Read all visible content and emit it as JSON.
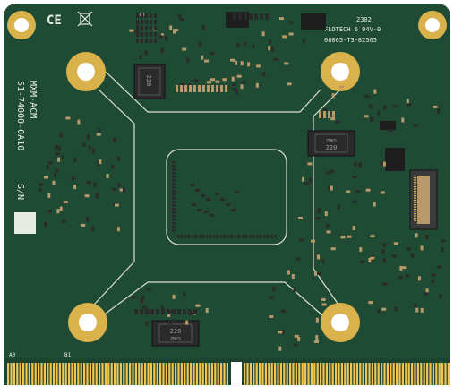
{
  "silkscreen": {
    "ce_mark": "CE",
    "model_line1": "MXM-ACM",
    "model_line2": "51-74000-0A10",
    "serial_label": "S/N",
    "date_code": "2302",
    "vendor_line": "FLOTECH 6 94V-0",
    "pcb_number": "08065-T3-82565",
    "pin_label_left": "A0",
    "pin_label_right": "B1"
  },
  "components": {
    "inductor_top_label": "220",
    "inductor_right_label_a": "220",
    "inductor_right_label_b": "ZNKS",
    "inductor_bottom_label_a": "220",
    "inductor_bottom_label_b": "ZNKS"
  },
  "colors": {
    "pcb": "#1f4a34",
    "pcb_dark": "#173a28",
    "trace_outline": "#d9e2d6",
    "gold": "#d9b24c",
    "gold_pad": "#f0c454",
    "smd_body": "#2a2a2a",
    "smd_cap": "#b89a6a",
    "silk": "#e8eee6"
  }
}
